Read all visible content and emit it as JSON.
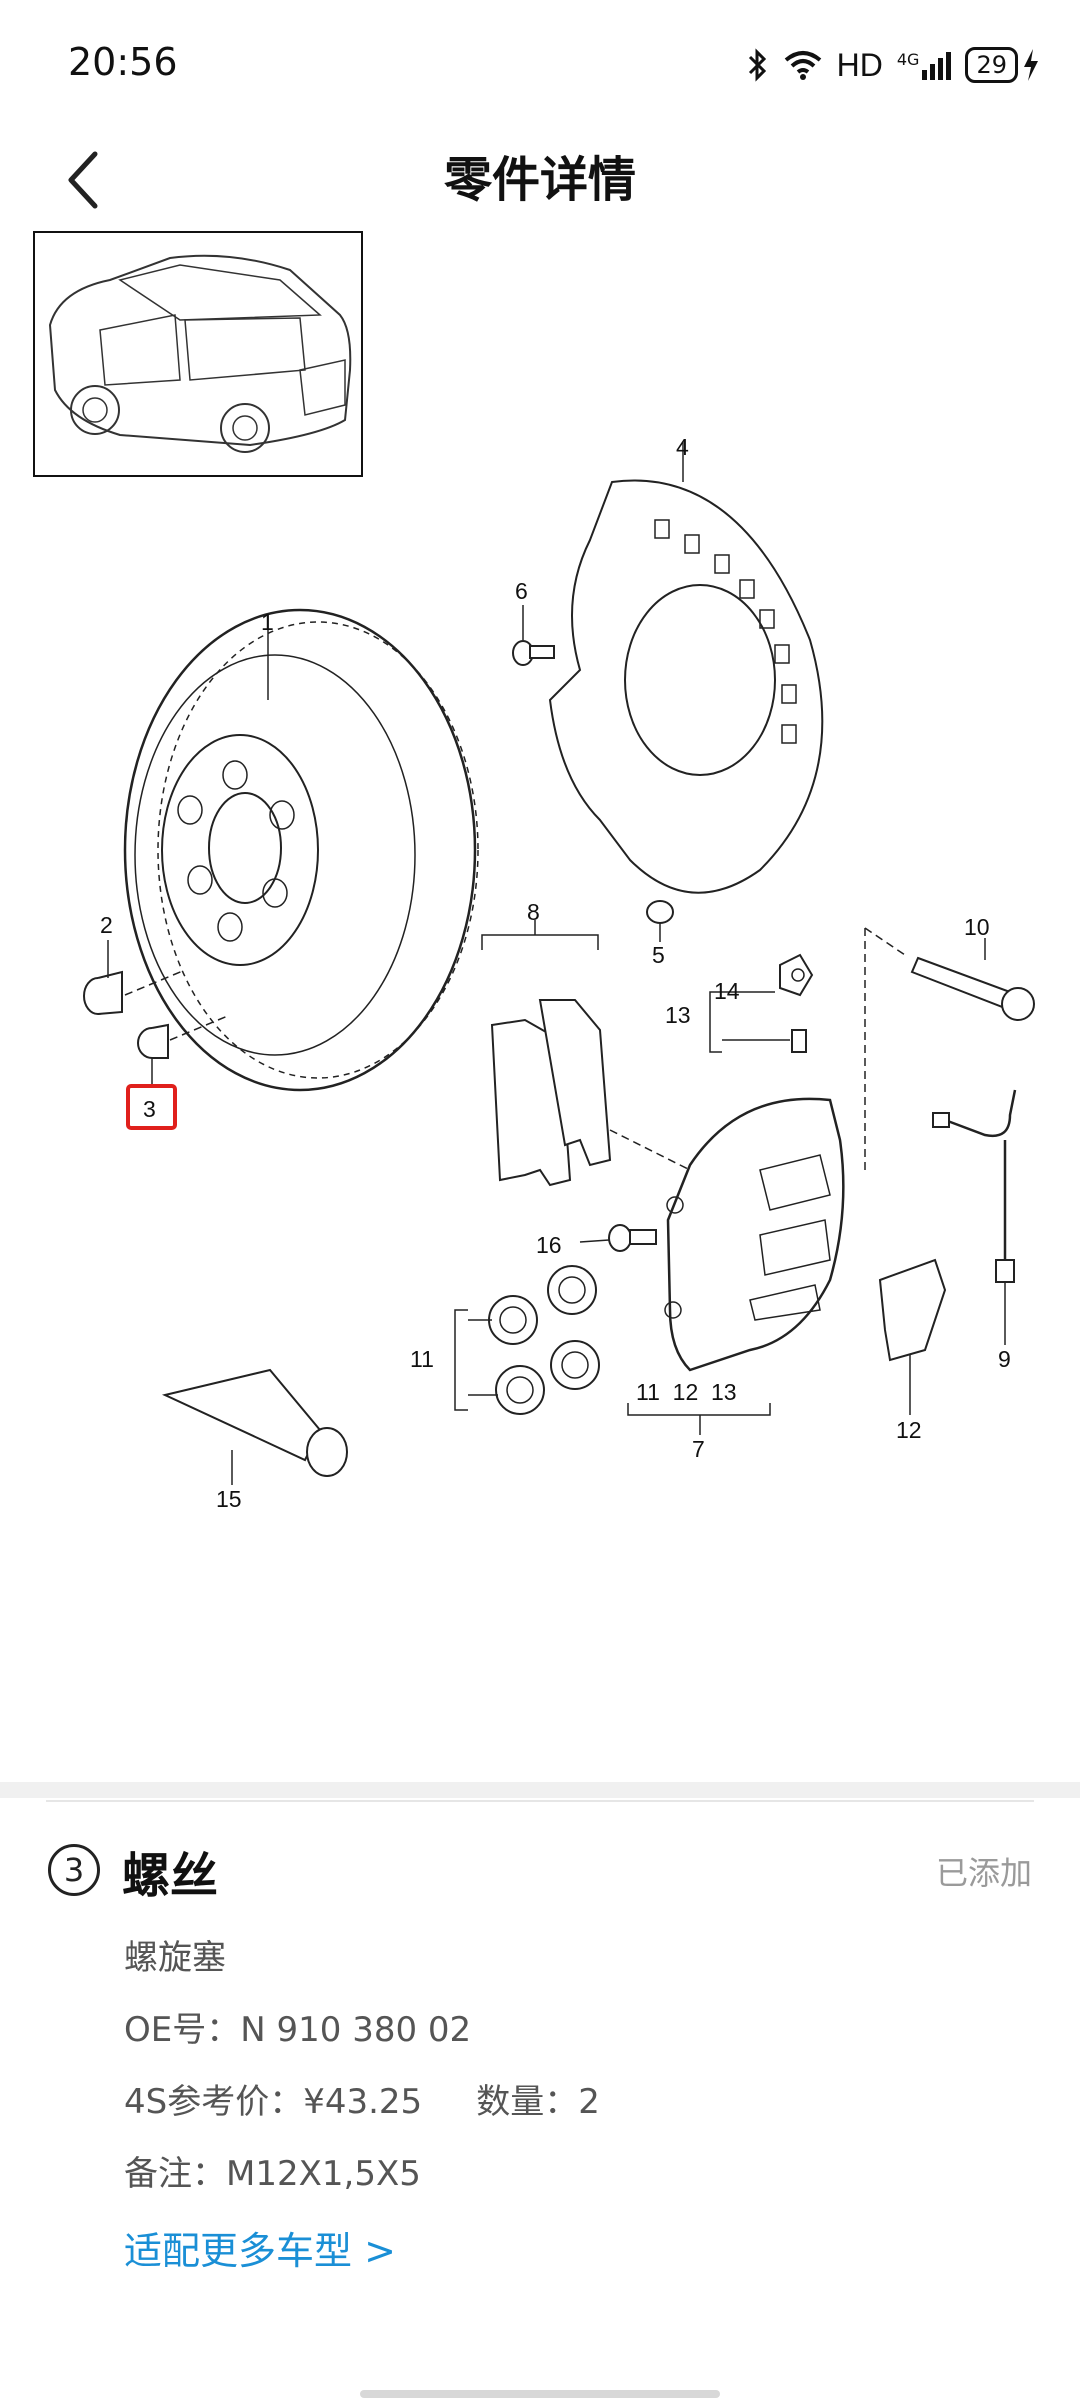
{
  "status_bar": {
    "time": "20:56",
    "network_label": "HD",
    "signal_label": "4G",
    "battery_level": "29",
    "icons": [
      "bluetooth-icon",
      "wifi-icon",
      "signal-icon",
      "battery-icon",
      "charging-icon"
    ]
  },
  "header": {
    "title": "零件详情",
    "back_icon": "chevron-left-icon"
  },
  "diagram": {
    "callouts": [
      "1",
      "2",
      "3",
      "4",
      "5",
      "6",
      "7",
      "8",
      "9",
      "10",
      "11",
      "12",
      "13",
      "14",
      "15",
      "16"
    ],
    "caliper_subparts": "11  12  13",
    "highlighted_callout": "3",
    "highlight_color": "#e0201c"
  },
  "detail": {
    "index": "3",
    "name": "螺丝",
    "status": "已添加",
    "subname": "螺旋塞",
    "oe_line": "OE号：N   910 380 02",
    "price_line": "4S参考价：¥43.25     数量：2",
    "remark_line": "备注：M12X1,5X5",
    "more_models_link": "适配更多车型 >",
    "link_color": "#1a8fd6"
  }
}
